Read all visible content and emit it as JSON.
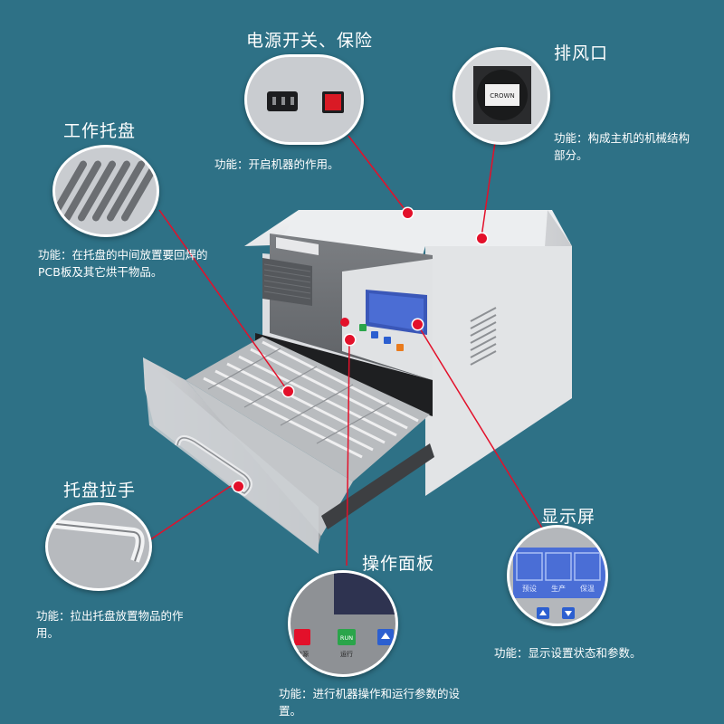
{
  "callouts": {
    "power": {
      "title": "电源开关、保险",
      "desc": "功能：开启机器的作用。"
    },
    "exhaust": {
      "title": "排风口",
      "desc": "功能：构成主机的机械结构部分。"
    },
    "tray": {
      "title": "工作托盘",
      "desc": "功能：在托盘的中间放置要回焊的PCB板及其它烘干物品。"
    },
    "handle": {
      "title": "托盘拉手",
      "desc": "功能：拉出托盘放置物品的作用。"
    },
    "panel": {
      "title": "操作面板",
      "desc": "功能：进行机器操作和运行参数的设置。"
    },
    "display": {
      "title": "显示屏",
      "desc": "功能：显示设置状态和参数。"
    }
  },
  "detail_labels": {
    "fan_brand": "CROWN",
    "run_button": "RUN",
    "power_button_caption": "电源",
    "run_button_caption": "运行",
    "display_tabs": [
      "预设",
      "生产",
      "保温"
    ]
  },
  "colors": {
    "background": "#2e7186",
    "marker": "#e3102a",
    "machine_body": "#e6e7e9",
    "panel": "#6f7275",
    "lcd": "#3a57b8"
  },
  "icons": [
    "power-socket-icon",
    "rocker-switch-icon",
    "fan-icon",
    "power-icon",
    "up-arrow-icon",
    "down-arrow-icon"
  ]
}
